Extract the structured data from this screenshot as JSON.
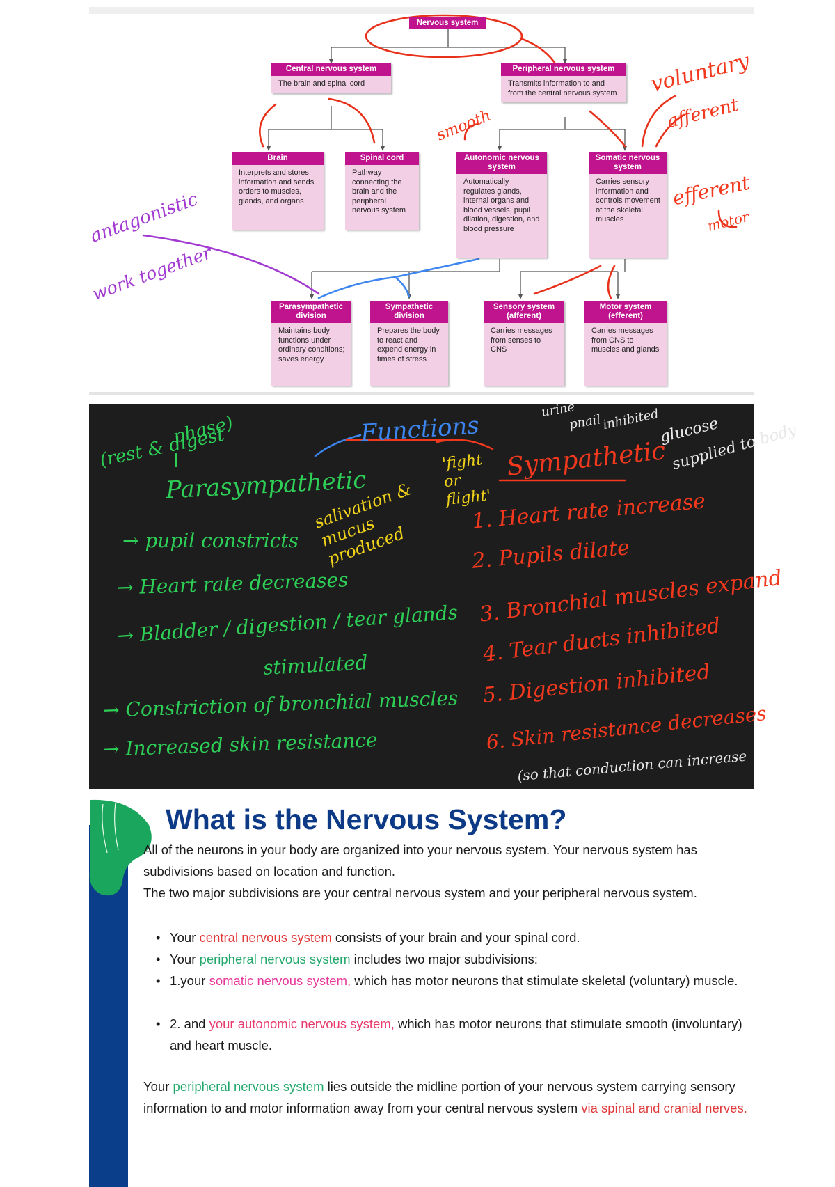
{
  "colors": {
    "node_header": "#c0148e",
    "node_body": "#f2cfe5",
    "board_bg": "#1d1d1d",
    "title_blue": "#0d3a86",
    "accent_red": "#e03a3a",
    "accent_green": "#23a86c",
    "accent_pink": "#e8399a"
  },
  "diagram": {
    "root": "Nervous system",
    "cns": {
      "title": "Central nervous system",
      "desc": "The brain and spinal cord"
    },
    "pns": {
      "title": "Peripheral nervous system",
      "desc": "Transmits information to and from the central nervous system"
    },
    "brain": {
      "title": "Brain",
      "desc": "Interprets and stores information and sends orders to muscles, glands, and organs"
    },
    "spinal": {
      "title": "Spinal cord",
      "desc": "Pathway connecting the brain and the peripheral nervous system"
    },
    "autonomic": {
      "title": "Autonomic nervous system",
      "desc": "Automatically regulates glands, internal organs and blood vessels, pupil dilation, digestion, and blood pressure"
    },
    "somatic": {
      "title": "Somatic nervous system",
      "desc": "Carries sensory information and controls movement of the skeletal muscles"
    },
    "para": {
      "title": "Parasympathetic division",
      "desc": "Maintains body functions under ordinary conditions; saves energy"
    },
    "symp": {
      "title": "Sympathetic division",
      "desc": "Prepares the body to react and expend energy in times of stress"
    },
    "sensory": {
      "title": "Sensory system (afferent)",
      "desc": "Carries messages from senses to CNS"
    },
    "motor": {
      "title": "Motor system (efferent)",
      "desc": "Carries messages from CNS to muscles and glands"
    },
    "notes": {
      "smooth": "smooth",
      "voluntary": "voluntary",
      "afferent": "afferent",
      "efferent": "efferent",
      "motor": "motor",
      "antagonistic": "antagonistic",
      "work_together": "work together"
    }
  },
  "board": {
    "rest": "(rest & digest",
    "phase": "phase)",
    "functions": "Functions",
    "fight": "'fight or flight'",
    "urine": "urine",
    "pnail": "pnail",
    "inhibited": "inhibited",
    "glucose": "glucose",
    "supplied": "supplied to body",
    "para_title": "Parasympathetic",
    "salivation": "salivation & mucus produced",
    "para_items": [
      "→ pupil constricts",
      "→ Heart rate decreases",
      "→ Bladder / digestion / tear glands",
      "stimulated",
      "→ Constriction of bronchial muscles",
      "→ Increased skin resistance"
    ],
    "symp_title": "Sympathetic",
    "symp_items": [
      "1. Heart rate increase",
      "2. Pupils dilate",
      "3. Bronchial muscles expand",
      "4. Tear ducts inhibited",
      "5. Digestion inhibited",
      "6. Skin resistance decreases"
    ],
    "so_that": "(so that conduction can increase"
  },
  "text": {
    "title": "What is the Nervous System?",
    "p1": "All of the neurons in your body are organized into your nervous system. Your nervous system has subdivisions based on location and function.",
    "p2": "The two major subdivisions are your central nervous system and your peripheral nervous system.",
    "b1": {
      "pre": "Your ",
      "hl": "central nervous system",
      "post": " consists of your brain and your spinal cord."
    },
    "b2": {
      "pre": "Your ",
      "hl": "peripheral nervous system",
      "post": " includes two major subdivisions:"
    },
    "b3": {
      "pre": "1.your ",
      "hl": "somatic nervous system,",
      "post": " which has motor neurons that stimulate skeletal (voluntary) muscle."
    },
    "b4": {
      "pre": "2. and ",
      "hl": "your autonomic nervous system,",
      "post": " which has motor neurons that stimulate smooth (involuntary) and heart muscle."
    },
    "p3": {
      "pre": "Your ",
      "hl": "peripheral nervous system",
      "mid": " lies outside the midline portion of your nervous system carrying sensory information to and motor information away from your central nervous system ",
      "hl2": "via spinal and cranial nerves."
    }
  }
}
